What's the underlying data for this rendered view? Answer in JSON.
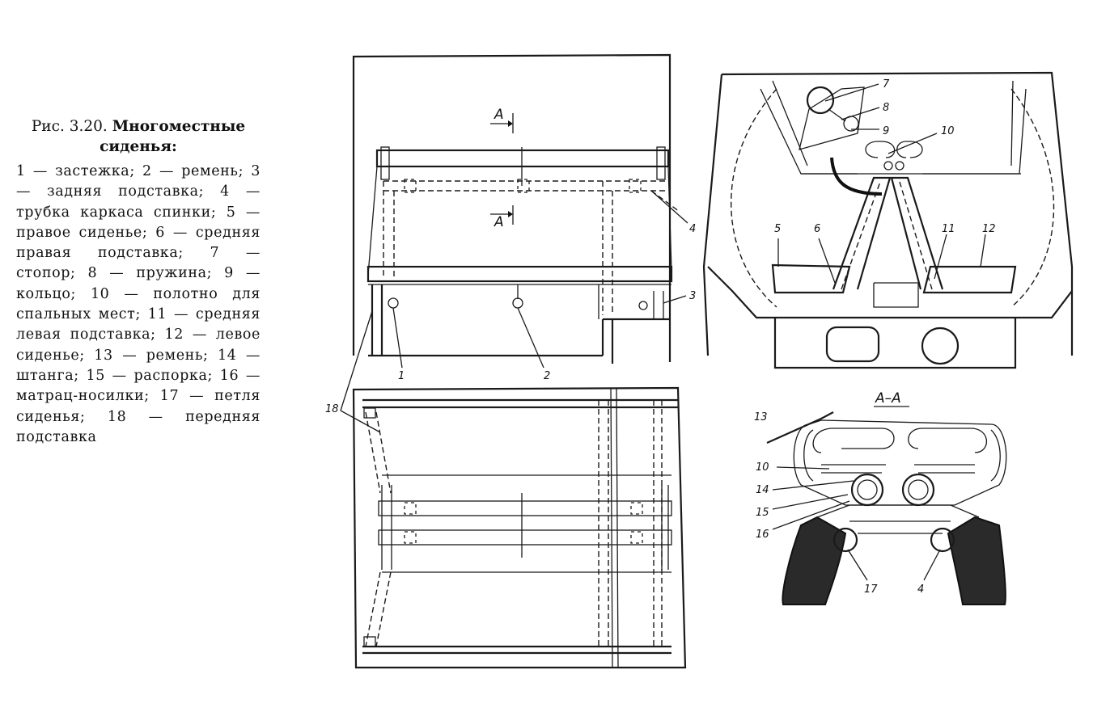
{
  "caption": {
    "fig_number": "Рис. 3.20.",
    "title_line1": "Многоместные",
    "title_line2": "сиденья:",
    "legend": "1 — застежка; 2 — ремень; 3 — задняя подставка; 4 — трубка каркаса спинки; 5 — правое сиденье; 6 — средняя правая подставка; 7 — стопор; 8 — пружина; 9 — кольцо; 10 — полотно для спальных мест; 11 — средняя левая подставка; 12 — левое сиденье; 13 — ремень; 14 — штанга; 15 — распорка; 16 — матрац-носилки; 17 — петля сиденья; 18 — передняя подставка"
  },
  "labels": {
    "side_view": {
      "n1": "1",
      "n2": "2",
      "n3": "3",
      "n4": "4",
      "section_mark_top": "A",
      "section_mark_bottom": "A"
    },
    "plan_view": {
      "n18": "18"
    },
    "cross_view": {
      "n5": "5",
      "n6": "6",
      "n7": "7",
      "n8": "8",
      "n9": "9",
      "n10": "10",
      "n11": "11",
      "n12": "12"
    },
    "section_view": {
      "title": "A–A",
      "n13": "13",
      "n10": "10",
      "n14": "14",
      "n15": "15",
      "n16": "16",
      "n17": "17",
      "n4": "4"
    }
  }
}
